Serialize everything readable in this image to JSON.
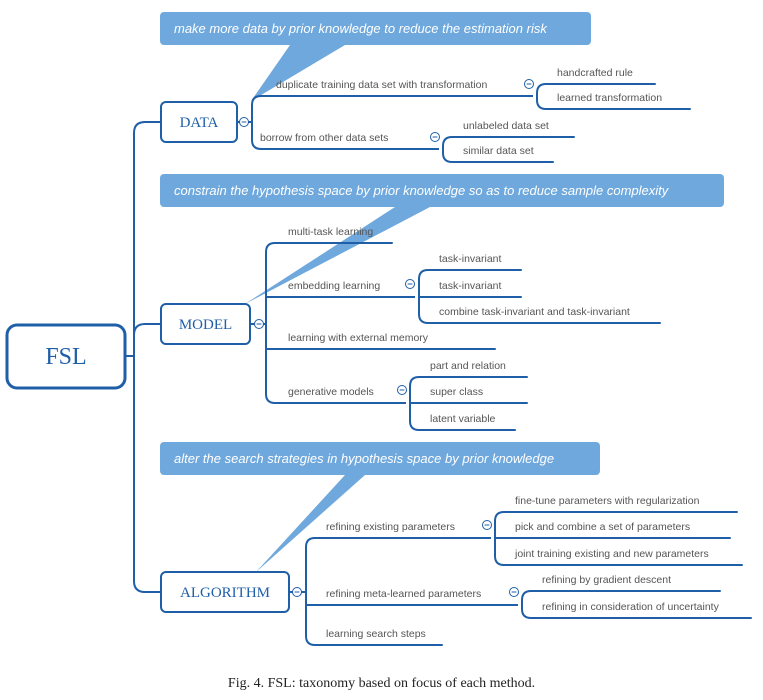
{
  "root": {
    "label": "FSL"
  },
  "categories": [
    {
      "label": "DATA",
      "callout": "make more data by prior knowledge to reduce the estimation risk",
      "branches": [
        {
          "label": "duplicate training data set with transformation",
          "leaves": [
            "handcrafted rule",
            "learned transformation"
          ]
        },
        {
          "label": "borrow from other data sets",
          "leaves": [
            "unlabeled data set",
            "similar data set"
          ]
        }
      ]
    },
    {
      "label": "MODEL",
      "callout": "constrain the hypothesis space by prior knowledge so as to reduce sample complexity",
      "branches": [
        {
          "label": "multi-task learning",
          "leaves": []
        },
        {
          "label": "embedding learning",
          "leaves": [
            "task-invariant",
            "task-invariant",
            "combine task-invariant and task-invariant"
          ]
        },
        {
          "label": "learning with external memory",
          "leaves": []
        },
        {
          "label": "generative models",
          "leaves": [
            "part and relation",
            "super class",
            "latent variable"
          ]
        }
      ]
    },
    {
      "label": "ALGORITHM",
      "callout": "alter the search strategies in hypothesis space by prior knowledge",
      "branches": [
        {
          "label": "refining existing parameters",
          "leaves": [
            "fine-tune parameters with regularization",
            "pick and combine a set of parameters",
            "joint training existing and new parameters"
          ]
        },
        {
          "label": "refining meta-learned parameters",
          "leaves": [
            "refining by gradient descent",
            "refining in consideration of uncertainty"
          ]
        },
        {
          "label": "learning search steps",
          "leaves": []
        }
      ]
    }
  ],
  "caption": "Fig. 4.  FSL: taxonomy based on focus of each method.",
  "colors": {
    "line": "#1f5fa8",
    "callout": "#6fa8dc",
    "text": "#555555"
  },
  "icons": {
    "collapse": "collapse-minus-icon"
  }
}
